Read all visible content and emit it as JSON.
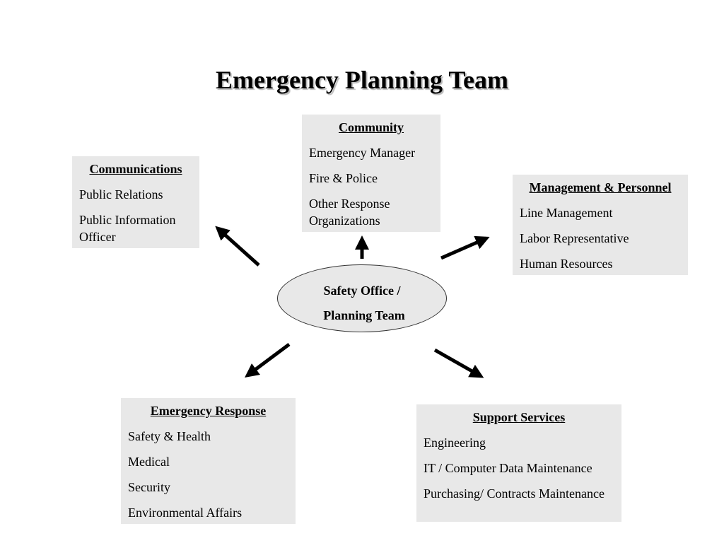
{
  "title": "Emergency Planning Team",
  "center": {
    "line1": "Safety Office /",
    "line2": "Planning Team"
  },
  "boxes": {
    "community": {
      "heading": "Community",
      "items": [
        "Emergency Manager",
        "Fire & Police",
        "Other Response Organizations"
      ]
    },
    "communications": {
      "heading": "Communications",
      "items": [
        "Public Relations",
        "Public Information Officer"
      ]
    },
    "management": {
      "heading": "Management & Personnel",
      "items": [
        "Line Management",
        "Labor Representative",
        "Human Resources"
      ]
    },
    "emergency_response": {
      "heading": "Emergency Response",
      "items": [
        "Safety & Health",
        "Medical",
        "Security",
        "Environmental Affairs"
      ]
    },
    "support_services": {
      "heading": "Support Services",
      "items": [
        "Engineering",
        "IT / Computer Data Maintenance",
        "Purchasing/ Contracts Maintenance"
      ]
    }
  },
  "colors": {
    "box_fill": "#e8e8e8",
    "arrow": "#000000"
  }
}
